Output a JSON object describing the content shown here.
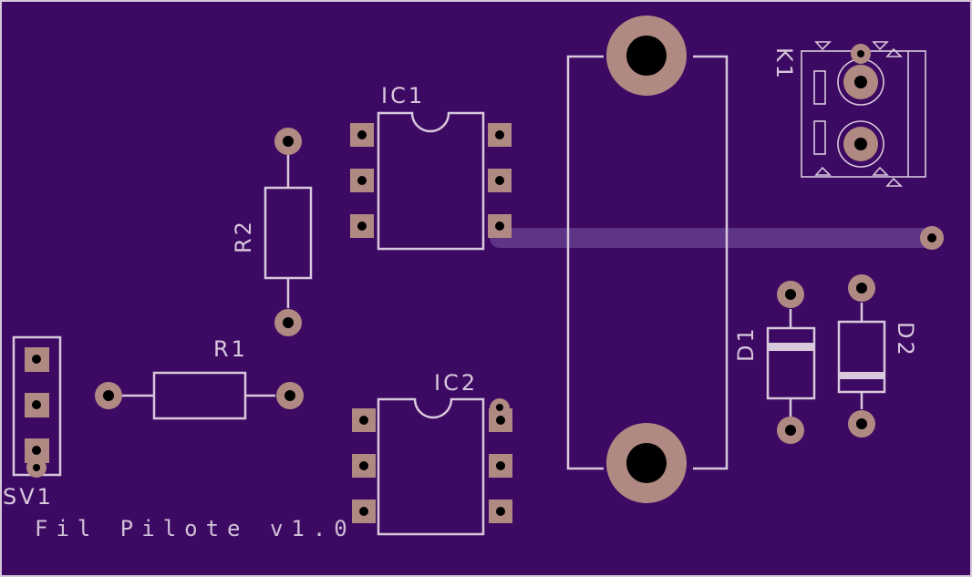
{
  "board": {
    "background_color": "#3d0a63",
    "pad_color": "#b08a82",
    "silk_color": "#d8c8dc",
    "trace_color": "#5e3586"
  },
  "labels": {
    "ic1": "IC1",
    "ic2": "IC2",
    "r1": "R1",
    "r2": "R2",
    "d1": "D1",
    "d2": "D2",
    "k1": "K1",
    "sv1": "SV1"
  },
  "footer_text": "Fil Pilote v1.0"
}
